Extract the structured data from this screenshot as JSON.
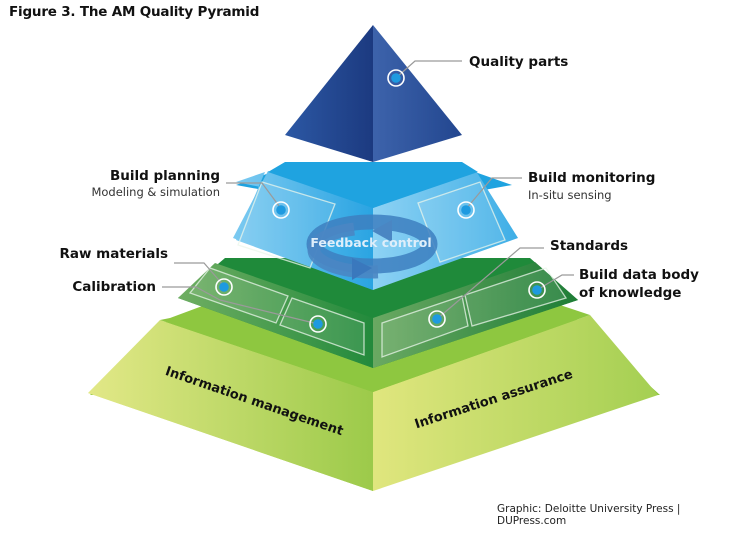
{
  "figure": {
    "title": "Figure 3. The AM Quality Pyramid",
    "credit": "Graphic: Deloitte University Press  |  DUPress.com"
  },
  "pyramid": {
    "top": {
      "label": "Quality parts"
    },
    "blue_layer": {
      "left": {
        "label": "Build planning",
        "sublabel": "Modeling & simulation"
      },
      "right": {
        "label": "Build monitoring",
        "sublabel": "In-situ sensing"
      },
      "center": {
        "label": "Feedback control"
      }
    },
    "green_layer": {
      "items": [
        {
          "label": "Raw materials"
        },
        {
          "label": "Calibration"
        },
        {
          "label": "Standards"
        },
        {
          "label": "Build data body",
          "label2": "of knowledge"
        }
      ]
    },
    "base_layer": {
      "left": {
        "label": "Information management"
      },
      "right": {
        "label": "Information assurance"
      }
    }
  },
  "colors": {
    "top_dark": "#1f3f86",
    "top_light": "#3a62ad",
    "blue_top": "#1fa3e0",
    "blue_face": "#4db4ea",
    "green_top": "#1f8a3a",
    "green_face": "#3f9b4a",
    "lime_top": "#8cc63e",
    "lime_face": "#c6dd6a",
    "marker": "#1e9ae0"
  }
}
